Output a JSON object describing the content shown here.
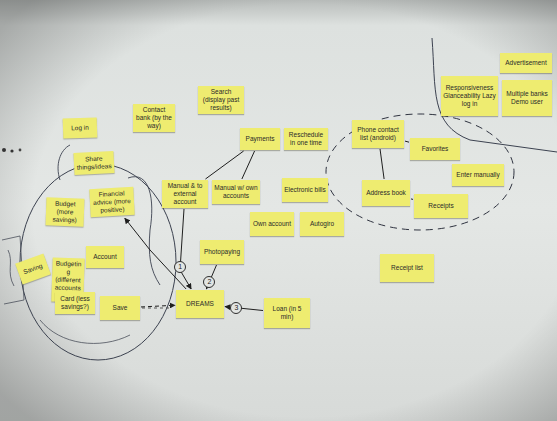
{
  "diagram": {
    "nodes": [
      {
        "text": [
          "Log in"
        ]
      },
      {
        "text": [
          "Contact bank (by the way)"
        ]
      },
      {
        "text": [
          "Search (display past results)"
        ]
      },
      {
        "text": [
          "Advertisement"
        ]
      },
      {
        "text": [
          "Responsiveness Glanceability Lazy log in"
        ]
      },
      {
        "text": [
          "Multiple banks Demo user"
        ]
      },
      {
        "text": [
          "Share things/ideas"
        ]
      },
      {
        "text": [
          "Payments"
        ]
      },
      {
        "text": [
          "Reschedule in one time"
        ]
      },
      {
        "text": [
          "Phone contact list (android)"
        ]
      },
      {
        "text": [
          "Favorites"
        ]
      },
      {
        "text": [
          "Enter manually"
        ]
      },
      {
        "text": [
          "Financial advice (more positive)"
        ]
      },
      {
        "text": [
          "Budget (more savings)"
        ]
      },
      {
        "text": [
          "Manual & to external account"
        ]
      },
      {
        "text": [
          "Manual w/ own accounts"
        ]
      },
      {
        "text": [
          "Electronic bills"
        ]
      },
      {
        "text": [
          "Address book"
        ]
      },
      {
        "text": [
          "Receipts"
        ]
      },
      {
        "text": [
          "Own account"
        ]
      },
      {
        "text": [
          "Autogiro"
        ]
      },
      {
        "text": [
          "Photopaying"
        ]
      },
      {
        "text": [
          "Account"
        ]
      },
      {
        "text": [
          "Saving"
        ]
      },
      {
        "text": [
          "Budgeting (different accounts)"
        ]
      },
      {
        "text": [
          "Receipt list"
        ]
      },
      {
        "text": [
          "Card (less savings?)"
        ]
      },
      {
        "text": [
          "Save"
        ]
      },
      {
        "text": [
          "DREAMS"
        ]
      },
      {
        "text": [
          "Loan (in 5 min)"
        ]
      }
    ],
    "edges": [
      {
        "from": 14,
        "to": 28,
        "arrow": "to",
        "label": "1"
      },
      {
        "from": 21,
        "to": 28,
        "arrow": "to",
        "label": "2"
      },
      {
        "from": 29,
        "to": 28,
        "arrow": "to",
        "label": "3"
      },
      {
        "from": 27,
        "to": 28,
        "arrow": "to"
      },
      {
        "from": 28,
        "to": 12,
        "arrow": "to"
      },
      {
        "from": 7,
        "to": 14,
        "arrow": "none"
      },
      {
        "from": 7,
        "to": 15,
        "arrow": "none"
      },
      {
        "from": 9,
        "to": 10,
        "arrow": "none"
      },
      {
        "from": 9,
        "to": 17,
        "arrow": "none"
      },
      {
        "from": 17,
        "to": 18,
        "arrow": "none"
      }
    ]
  }
}
